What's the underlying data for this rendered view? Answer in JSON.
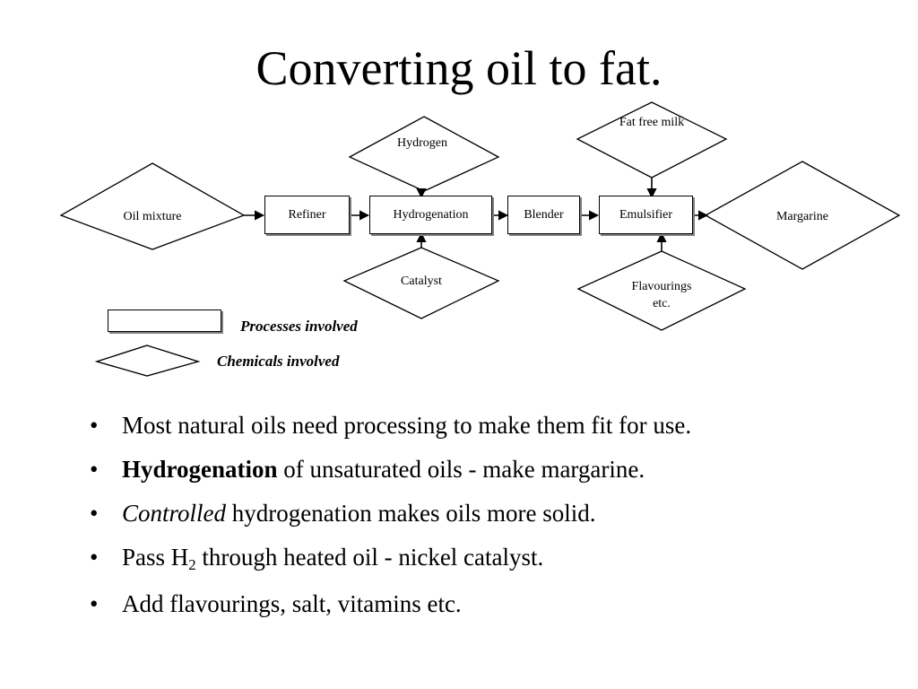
{
  "slide": {
    "title": "Converting oil to fat."
  },
  "diagram": {
    "processes": [
      {
        "id": "refiner",
        "label": "Refiner"
      },
      {
        "id": "hydrogenation",
        "label": "Hydrogenation"
      },
      {
        "id": "blender",
        "label": "Blender"
      },
      {
        "id": "emulsifier",
        "label": "Emulsifier"
      }
    ],
    "chemicals": [
      {
        "id": "oil-mixture",
        "label": "Oil mixture"
      },
      {
        "id": "hydrogen",
        "label": "Hydrogen"
      },
      {
        "id": "catalyst",
        "label": "Catalyst"
      },
      {
        "id": "fat-free-milk",
        "label": "Fat free milk"
      },
      {
        "id": "flavourings",
        "label": "Flavourings etc."
      },
      {
        "id": "margarine",
        "label": "Margarine"
      }
    ],
    "flow": [
      "Oil mixture -> Refiner",
      "Refiner -> Hydrogenation",
      "Hydrogen -> Hydrogenation",
      "Catalyst -> Hydrogenation",
      "Hydrogenation -> Blender",
      "Blender -> Emulsifier",
      "Fat free milk -> Emulsifier",
      "Flavourings etc. -> Emulsifier",
      "Emulsifier -> Margarine"
    ]
  },
  "legend": {
    "process_label": "Processes involved",
    "chemical_label": "Chemicals involved"
  },
  "bullets": [
    {
      "marker": "•",
      "text": "Most natural oils need processing to make them fit for use."
    },
    {
      "marker": "•",
      "text": "Hydrogenation of unsaturated oils - make margarine."
    },
    {
      "marker": "•",
      "text": "Controlled hydrogenation makes oils more solid."
    },
    {
      "marker": "•",
      "text": "Pass H2 through heated oil - nickel catalyst."
    },
    {
      "marker": "•",
      "text": "Add flavourings, salt, vitamins etc."
    }
  ],
  "colors": {
    "background": "#ffffff",
    "ink": "#000000",
    "shadow": "#808080"
  }
}
